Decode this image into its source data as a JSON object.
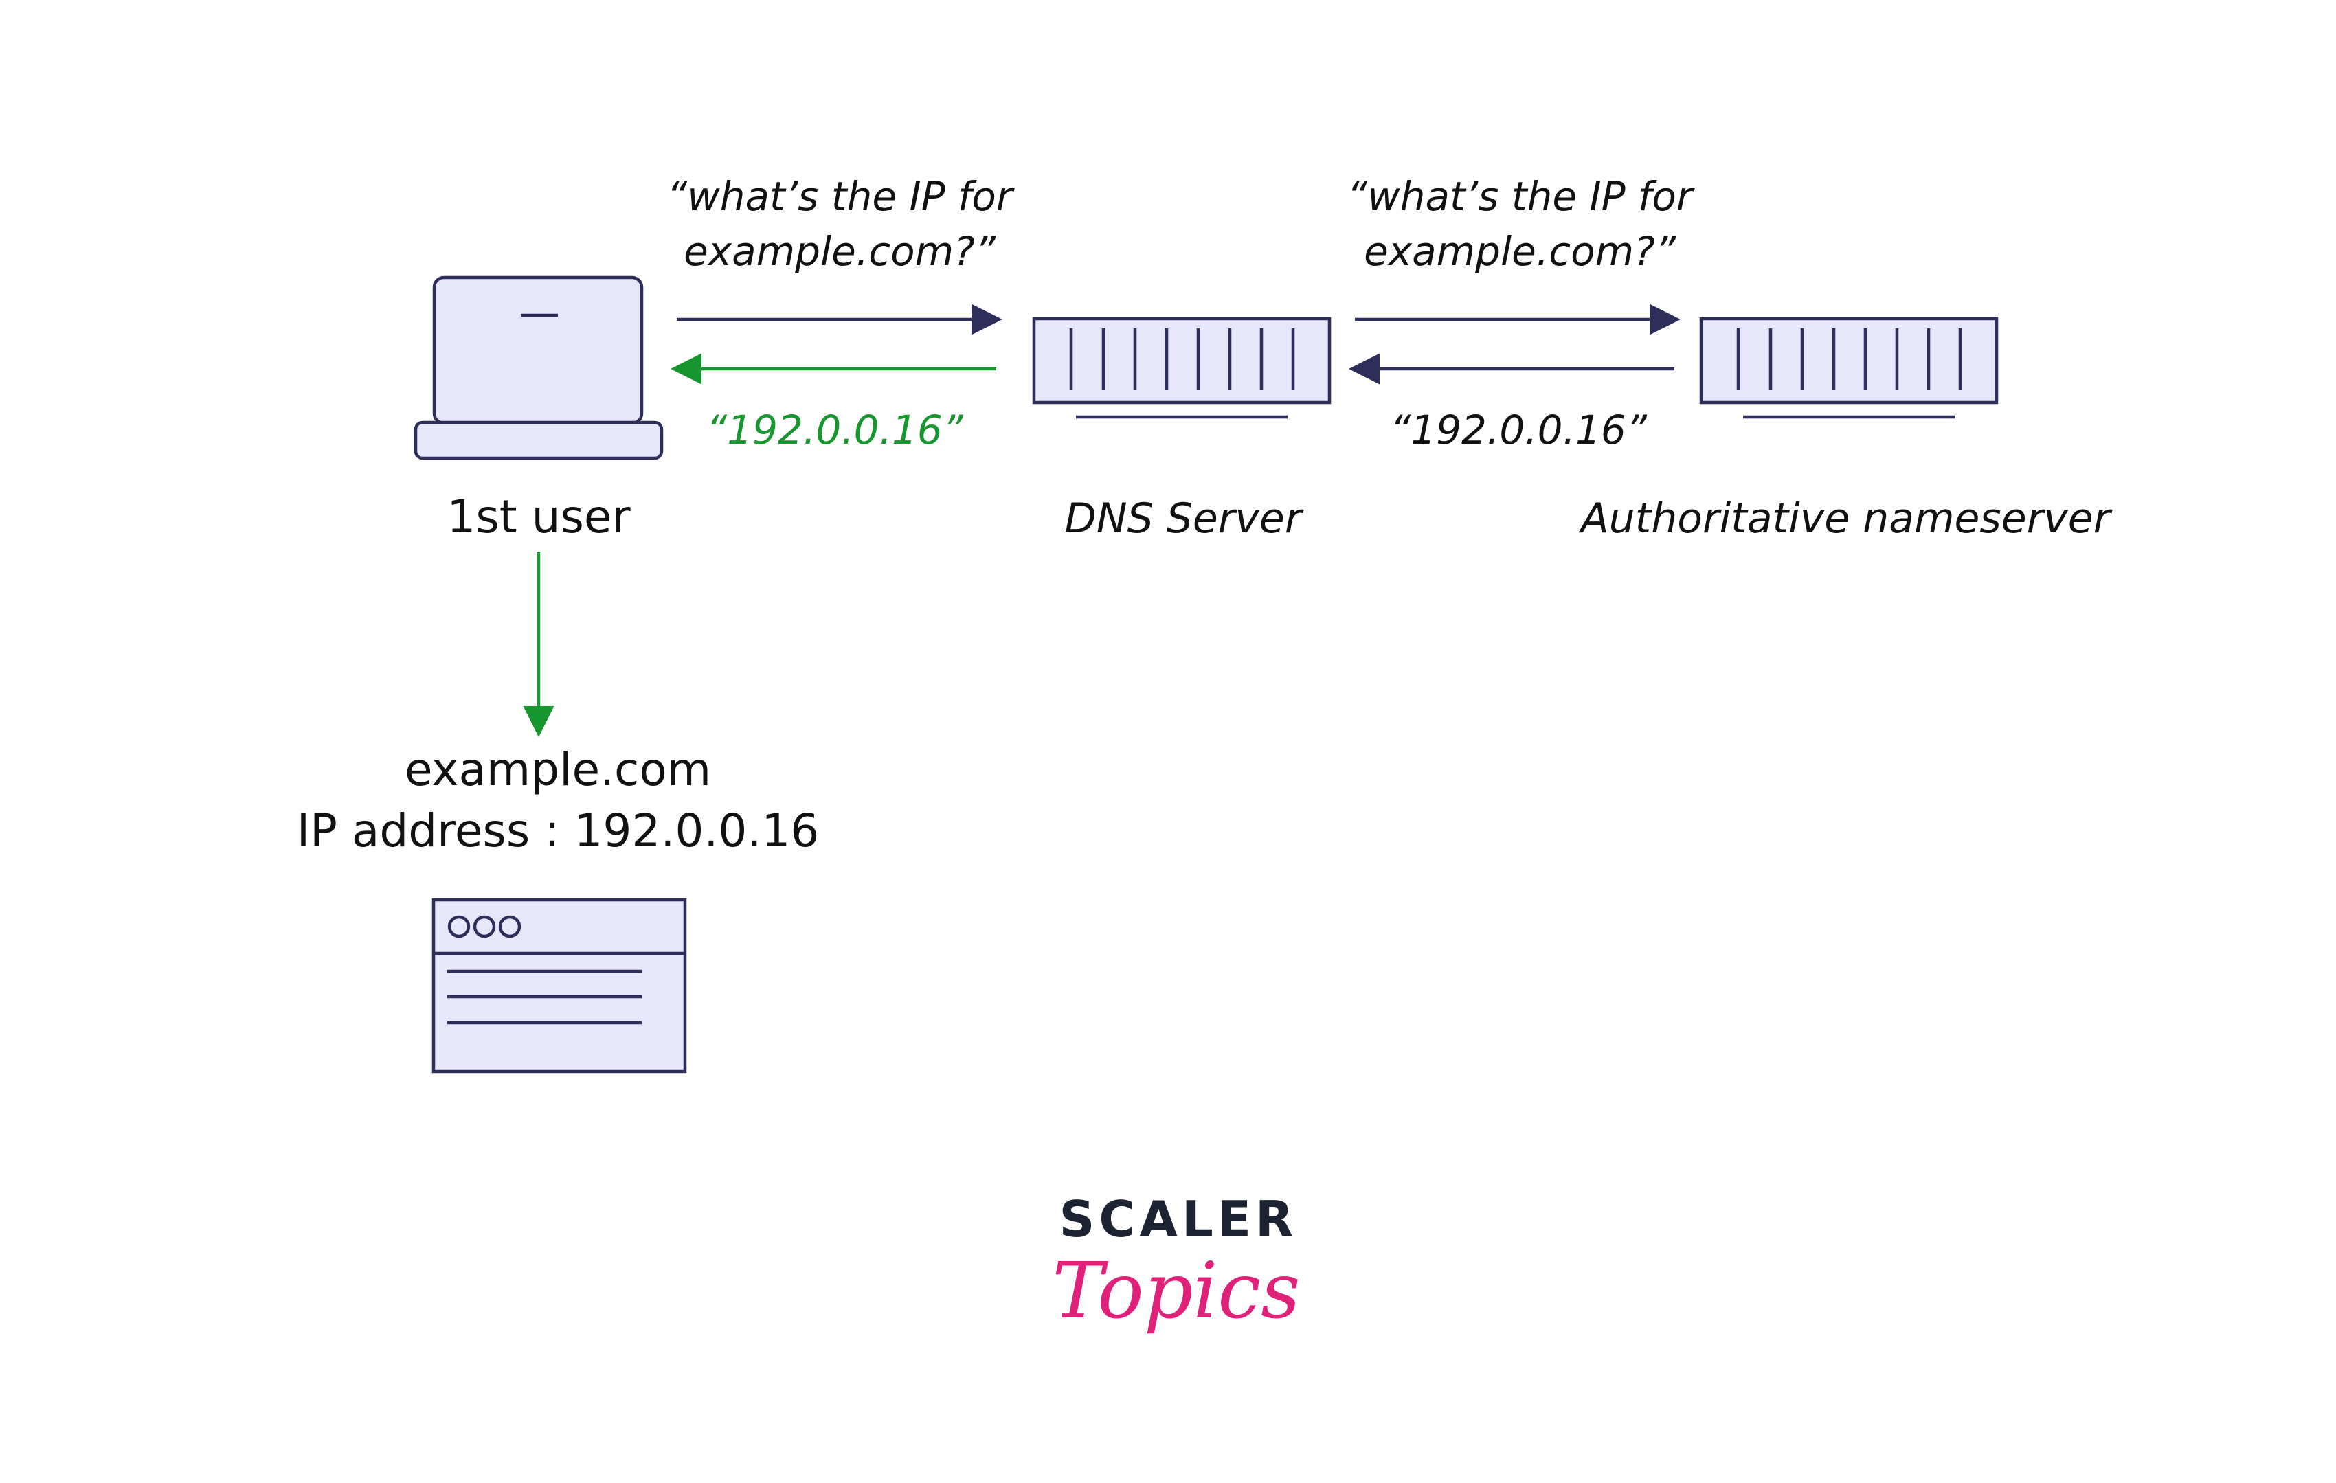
{
  "colors": {
    "ink": "#2d2f5a",
    "device_fill": "#e8e6fb",
    "response_green": "#17962f",
    "text": "#111111",
    "brand_dark": "#1c2434",
    "brand_pink": "#e0217a"
  },
  "icons": {
    "user_device": "laptop-icon",
    "dns_server": "server-icon",
    "authoritative": "server-icon",
    "browser": "browser-window-icon"
  },
  "request_left": {
    "line1": "“what’s the IP for",
    "line2": "example.com?”"
  },
  "request_right": {
    "line1": "“what’s the IP for",
    "line2": "example.com?”"
  },
  "response_left": "“192.0.0.16”",
  "response_right": "“192.0.0.16”",
  "nodes": {
    "user": "1st user",
    "dns": "DNS Server",
    "authoritative": "Authoritative nameserver"
  },
  "result": {
    "domain": "example.com",
    "ip_line": "IP address : 192.0.0.16"
  },
  "brand": {
    "top": "SCALER",
    "bottom": "Topics"
  }
}
